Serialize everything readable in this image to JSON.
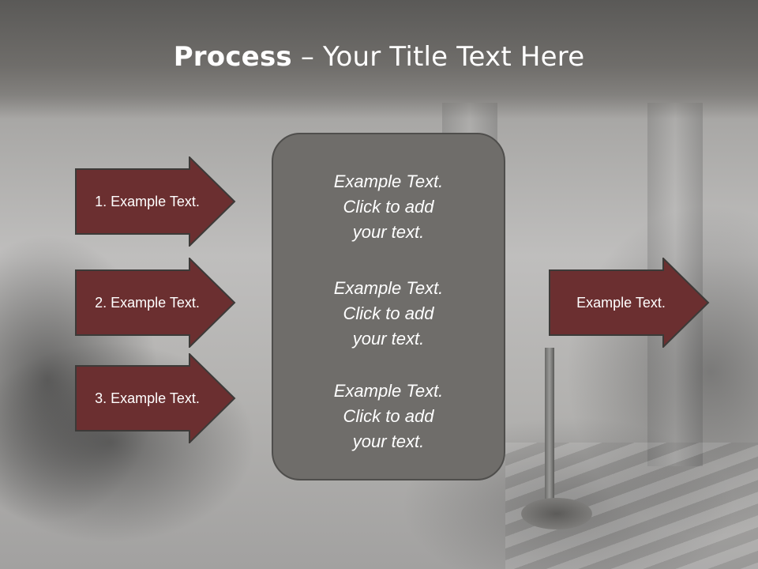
{
  "slide": {
    "title_bold": "Process",
    "title_rest": " – Your Title Text Here"
  },
  "left_arrows": [
    {
      "label": "1. Example Text."
    },
    {
      "label": "2. Example Text."
    },
    {
      "label": "3. Example Text."
    }
  ],
  "center_panel": {
    "blocks": [
      {
        "line1": "Example Text.",
        "line2": "Click  to add",
        "line3": "your text."
      },
      {
        "line1": "Example Text.",
        "line2": "Click  to add",
        "line3": "your text."
      },
      {
        "line1": "Example Text.",
        "line2": "Click  to add",
        "line3": "your text."
      }
    ]
  },
  "right_arrow": {
    "label": "Example Text."
  },
  "colors": {
    "arrow_fill": "#6b2f30",
    "arrow_stroke": "#3c3a38",
    "panel_fill": "#6f6d6a",
    "title_text": "#ffffff"
  }
}
